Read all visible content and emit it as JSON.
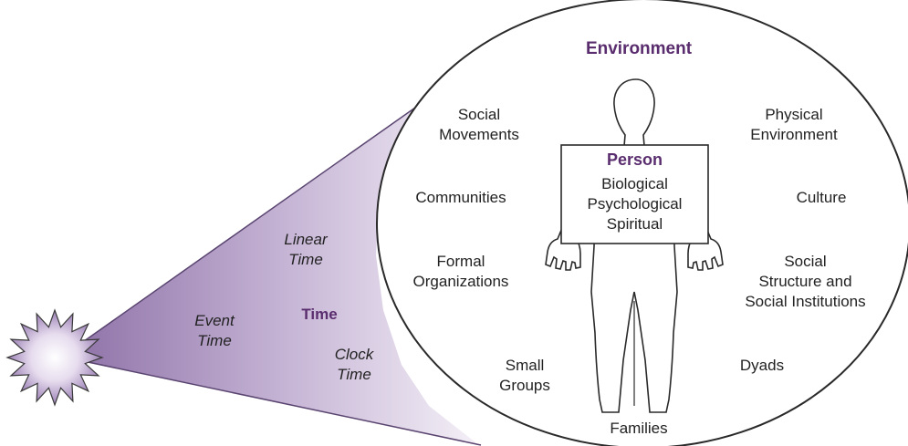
{
  "colors": {
    "accent": "#5a2d6e",
    "cone_dark": "#8c6fa6",
    "cone_light": "#f4f0f7",
    "outline": "#2a2a2a"
  },
  "environment": {
    "title": "Environment",
    "items": {
      "social_movements": [
        "Social",
        "Movements"
      ],
      "physical_environment": [
        "Physical",
        "Environment"
      ],
      "communities": "Communities",
      "culture": "Culture",
      "formal_organizations": [
        "Formal",
        "Organizations"
      ],
      "social_structure": [
        "Social",
        "Structure and",
        "Social Institutions"
      ],
      "small_groups": [
        "Small",
        "Groups"
      ],
      "dyads": "Dyads",
      "families": "Families"
    }
  },
  "person": {
    "title": "Person",
    "dimensions": [
      "Biological",
      "Psychological",
      "Spiritual"
    ]
  },
  "time": {
    "title": "Time",
    "linear": [
      "Linear",
      "Time"
    ],
    "event": [
      "Event",
      "Time"
    ],
    "clock": [
      "Clock",
      "Time"
    ]
  }
}
